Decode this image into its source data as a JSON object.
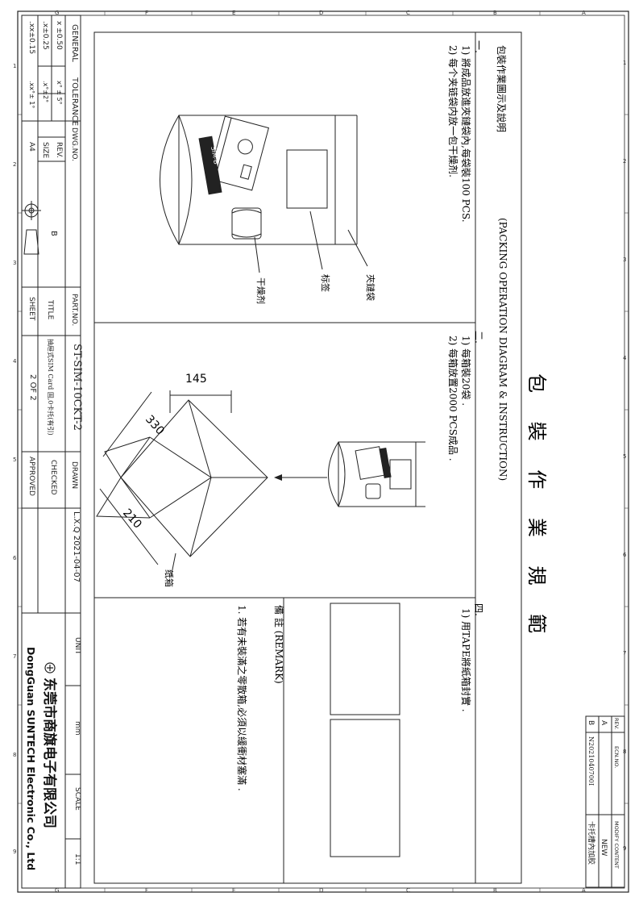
{
  "frame": {
    "top_letters": [
      "G",
      "F",
      "E",
      "D",
      "C",
      "B",
      "A"
    ],
    "side_numbers": [
      "1",
      "2",
      "3",
      "4",
      "5",
      "6",
      "7",
      "8",
      "9"
    ]
  },
  "header": {
    "title_cn": "包 裝 作 業 規 範",
    "title_en": "(PACKING OPERATION DIAGRAM & INSTRUCTION)",
    "subtitle_cn": "包裝作業圖示及說明"
  },
  "section1": {
    "heading": "一.",
    "line1": "1) 將成品放進夾鏈袋內,每袋裝100 PCS.",
    "line2": "2) 每个夹链袋内放一包干燥剂.",
    "callout_bag": "夾鏈袋",
    "callout_label": "标签",
    "callout_desiccant": "干燥剂",
    "part_text": "SIM-B"
  },
  "section2": {
    "heading": "二.",
    "line1": "1) 每箱裝20袋 .",
    "line2": "2) 每箱放置2000 PCS成品 .",
    "dim_top": "145",
    "dim_side": "330",
    "dim_bottom": "210",
    "callout_box": "纸箱"
  },
  "section4": {
    "heading": "四.",
    "line1": "1) 用TAPE將紙箱封實 ."
  },
  "remark": {
    "heading": "備 註 (REMARK)",
    "line1": "1. 若有未裝滿之零散箱,必須以緩衝材塞滿 ."
  },
  "revision": {
    "headers": {
      "rev": "REV.",
      "ecn": "ECN.NO.",
      "content": "MODIFY CONTENT"
    },
    "rows": [
      {
        "rev": "A",
        "ecn": "",
        "content": "NEW"
      },
      {
        "rev": "B",
        "ecn": "N2021040700I",
        "content": "卡托槽內加胶"
      }
    ]
  },
  "title_block": {
    "general": "GENERAL",
    "tolerance": "TOLERANCE",
    "tol_1": "x ±0.50",
    "tol_2": ".x±0.25",
    "tol_3": ".xx±0.15",
    "ang_1": "x° ± 5°",
    "ang_2": ".x°±2°",
    "ang_3": ".xx°± 1°",
    "dwg_no_label": "DWG.NO.",
    "rev_label": "REV.",
    "rev_value": "B",
    "size_label": "SIZE",
    "size_value": "A4",
    "part_no_label": "PART.NO.",
    "part_no_value": "ST-SIM-10CKT-2",
    "title_label": "TITLE",
    "title_value": "抽屉式SIM Card 固,0卡托(有引)",
    "sheet_label": "SHEET",
    "sheet_value": "2 OF 2",
    "drawn_label": "DRAWN",
    "drawn_value": "L.X.Q 2021-04-07",
    "checked_label": "CHECKED",
    "approved_label": "APPROVED",
    "unit_label": "UNIT",
    "unit_value": "mm",
    "scale_label": "SCALE",
    "scale_value": "1:1",
    "company_cn": "东莞市商旗电子有限公司",
    "company_en": "DongGuan SUNTECH Electronic Co., Ltd"
  }
}
